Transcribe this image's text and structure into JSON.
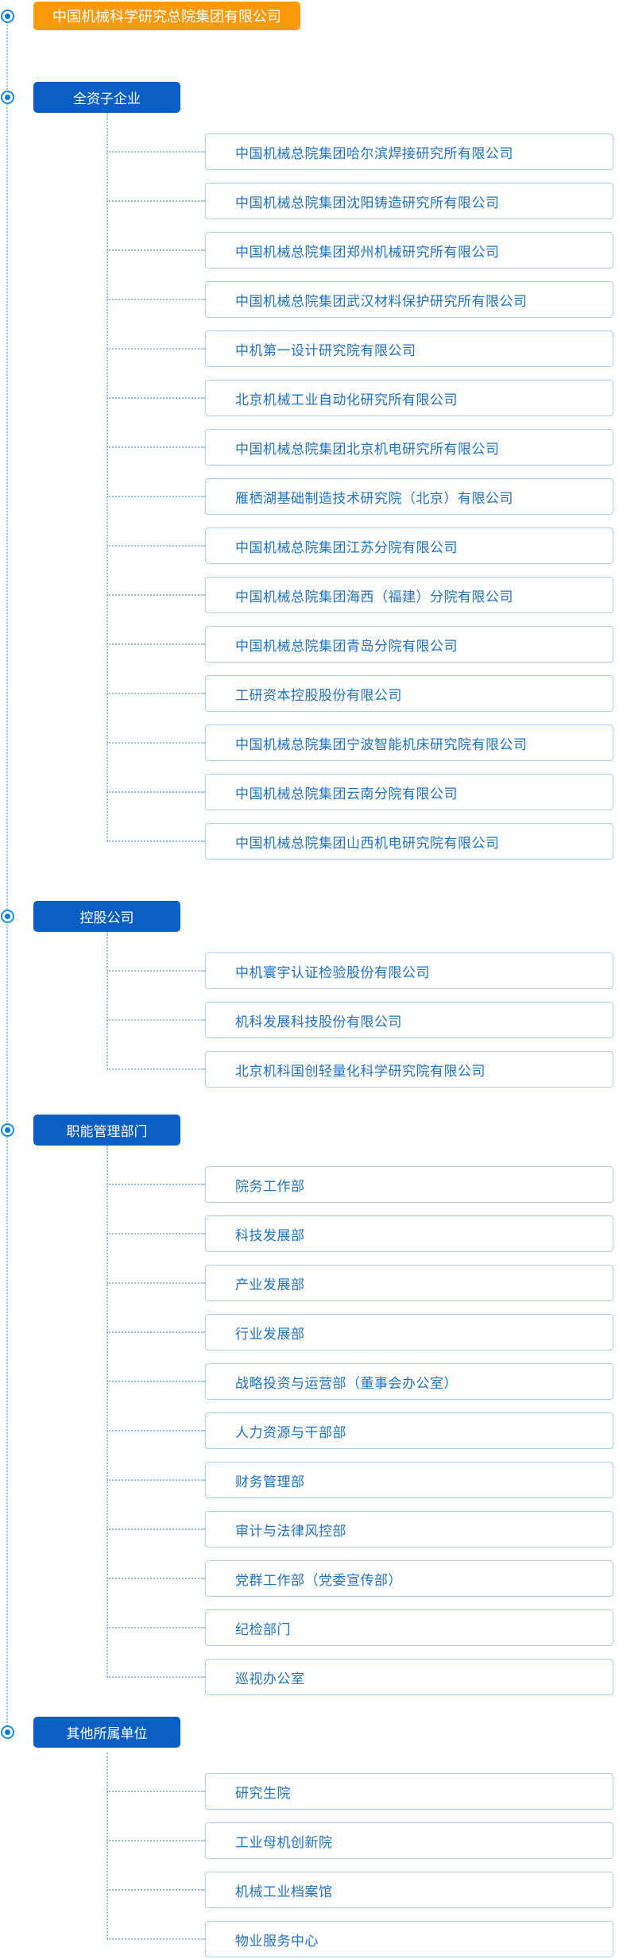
{
  "root": {
    "label": "中国机械科学研究总院集团有限公司"
  },
  "sections": [
    {
      "label": "全资子企业",
      "items": [
        "中国机械总院集团哈尔滨焊接研究所有限公司",
        "中国机械总院集团沈阳铸造研究所有限公司",
        "中国机械总院集团郑州机械研究所有限公司",
        "中国机械总院集团武汉材料保护研究所有限公司",
        "中机第一设计研究院有限公司",
        "北京机械工业自动化研究所有限公司",
        "中国机械总院集团北京机电研究所有限公司",
        "雁栖湖基础制造技术研究院（北京）有限公司",
        "中国机械总院集团江苏分院有限公司",
        "中国机械总院集团海西（福建）分院有限公司",
        "中国机械总院集团青岛分院有限公司",
        "工研资本控股股份有限公司",
        "中国机械总院集团宁波智能机床研究院有限公司",
        "中国机械总院集团云南分院有限公司",
        "中国机械总院集团山西机电研究院有限公司"
      ]
    },
    {
      "label": "控股公司",
      "items": [
        "中机寰宇认证检验股份有限公司",
        "机科发展科技股份有限公司",
        "北京机科国创轻量化科学研究院有限公司"
      ]
    },
    {
      "label": "职能管理部门",
      "items": [
        "院务工作部",
        "科技发展部",
        "产业发展部",
        "行业发展部",
        "战略投资与运营部（董事会办公室）",
        "人力资源与干部部",
        "财务管理部",
        "审计与法律风控部",
        "党群工作部（党委宣传部）",
        "纪检部门",
        "巡视办公室"
      ]
    },
    {
      "label": "其他所属单位",
      "items": [
        "研究生院",
        "工业母机创新院",
        "机械工业档案馆",
        "物业服务中心"
      ]
    }
  ],
  "colors": {
    "accent-orange": "#FD990D",
    "section-blue": "#0B5FC3",
    "item-text": "#1F72C5",
    "item-border": "#AAD2F2",
    "line": "#94BFE6",
    "bullet-ring": "#1D8BE4",
    "bullet-dot": "#0E78D8"
  }
}
